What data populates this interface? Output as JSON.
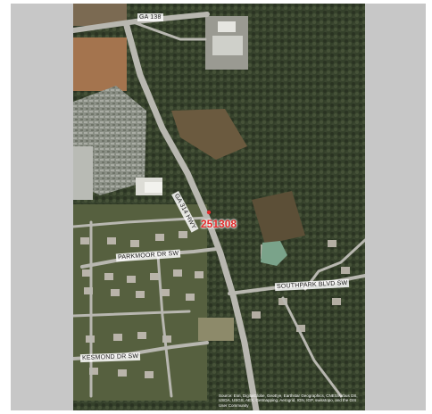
{
  "map": {
    "parcel_id": "251308",
    "roads": {
      "ga138": "GA 138",
      "ga314": "GA 314 HWY",
      "parkmoor": "PARKMOOR DR SW",
      "southpark": "SOUTHPARK BLVD SW",
      "kesmond": "KESMOND DR SW"
    },
    "attribution": "Source: Esri, DigitalGlobe, GeoEye, Earthstar Geographics, CNES/Airbus DS, USDA, USGS, AEX, Getmapping, Aerogrid, IGN, IGP, swisstopo, and the GIS User Community",
    "marker_color": "#e32b2b"
  }
}
